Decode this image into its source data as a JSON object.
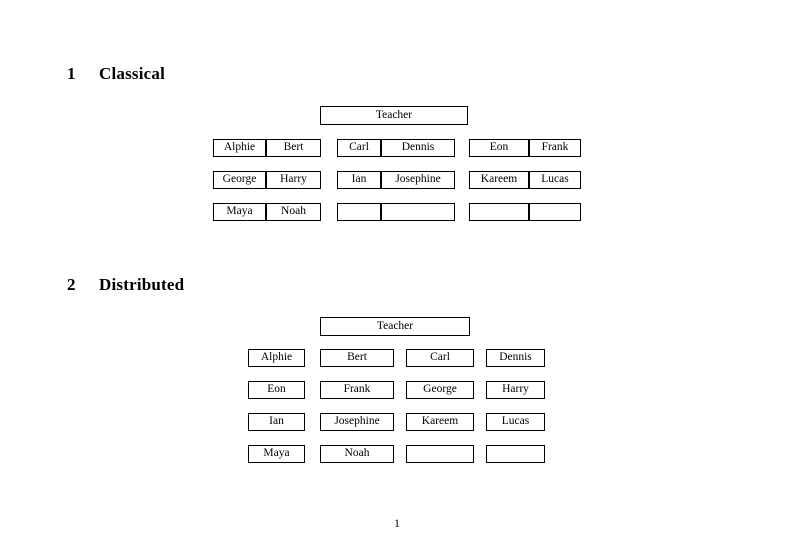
{
  "page": {
    "number": "1",
    "background": "#ffffff",
    "text_color": "#000000",
    "border_color": "#000000"
  },
  "sections": [
    {
      "number": "1",
      "title": "Classical",
      "teacher": {
        "label": "Teacher"
      },
      "layout": "paired-groups",
      "groups": [
        {
          "rows": [
            {
              "cells": [
                {
                  "label": "Alphie"
                },
                {
                  "label": "Bert"
                }
              ]
            },
            {
              "cells": [
                {
                  "label": "George"
                },
                {
                  "label": "Harry"
                }
              ]
            },
            {
              "cells": [
                {
                  "label": "Maya"
                },
                {
                  "label": "Noah"
                }
              ]
            }
          ]
        },
        {
          "rows": [
            {
              "cells": [
                {
                  "label": "Carl"
                },
                {
                  "label": "Dennis"
                }
              ]
            },
            {
              "cells": [
                {
                  "label": "Ian"
                },
                {
                  "label": "Josephine"
                }
              ]
            },
            {
              "cells": [
                {
                  "label": ""
                },
                {
                  "label": ""
                }
              ]
            }
          ]
        },
        {
          "rows": [
            {
              "cells": [
                {
                  "label": "Eon"
                },
                {
                  "label": "Frank"
                }
              ]
            },
            {
              "cells": [
                {
                  "label": "Kareem"
                },
                {
                  "label": "Lucas"
                }
              ]
            },
            {
              "cells": [
                {
                  "label": ""
                },
                {
                  "label": ""
                }
              ]
            }
          ]
        }
      ]
    },
    {
      "number": "2",
      "title": "Distributed",
      "teacher": {
        "label": "Teacher"
      },
      "layout": "separate-boxes",
      "rows": [
        {
          "boxes": [
            {
              "label": "Alphie"
            },
            {
              "label": "Bert"
            },
            {
              "label": "Carl"
            },
            {
              "label": "Dennis"
            }
          ]
        },
        {
          "boxes": [
            {
              "label": "Eon"
            },
            {
              "label": "Frank"
            },
            {
              "label": "George"
            },
            {
              "label": "Harry"
            }
          ]
        },
        {
          "boxes": [
            {
              "label": "Ian"
            },
            {
              "label": "Josephine"
            },
            {
              "label": "Kareem"
            },
            {
              "label": "Lucas"
            }
          ]
        },
        {
          "boxes": [
            {
              "label": "Maya"
            },
            {
              "label": "Noah"
            },
            {
              "label": ""
            },
            {
              "label": ""
            }
          ]
        }
      ]
    }
  ]
}
